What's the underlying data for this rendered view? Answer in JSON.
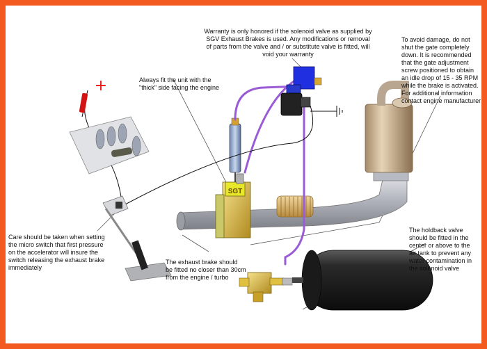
{
  "notes": {
    "warranty": "Warranty is only honored if the solenoid valve as supplied by\nSGV Exhaust Brakes is used. Any modifications or removal\nof parts from the valve and / or substitute valve is fitted, will\nvoid your warranty",
    "thick_side": "Always fit the unit with the\n\"thick\" side facing the engine",
    "avoid_damage": "To avoid damage, do not\nshut the gate completely\ndown. It is recommended\nthat the gate adjustment\nscrew positioned to obtain\nan idle drop of 15 - 35 RPM\nwhile the brake is activated.\nFor additional information\ncontact engine manufacturer",
    "micro_switch": "Care should be taken when setting\nthe micro switch that first pressure\non the accelerator will insure the\nswitch releasing the exhaust brake\nimmediately",
    "distance": "The exhaust brake should\nbe fitted no closer than 30cm\nfrom the engine / turbo",
    "holdback": "The holdback valve\nshould be fitted in the\ncenter or above to the\nair tank to prevent any\nwater contamination in\nthe solenoid valve"
  },
  "labels": {
    "plus_sign": "+",
    "unit_brand": "SGT"
  },
  "colors": {
    "frame": "#f25a1f",
    "air_line": "#9a5bd6",
    "solenoid_blue": "#2030e0",
    "brake_body": "#d8d820",
    "tank": "#1c1c1c"
  }
}
